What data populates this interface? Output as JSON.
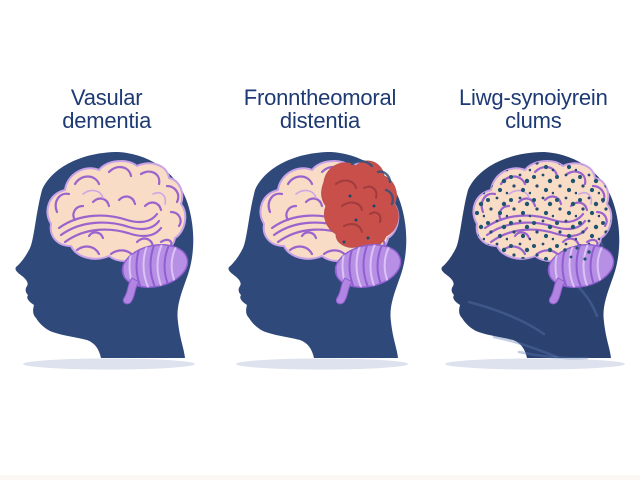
{
  "panels": [
    {
      "id": "vascular-dementia",
      "label_line1": "Vasular",
      "label_line2": "dementia",
      "variant": "plain"
    },
    {
      "id": "frontotemporal-dementia",
      "label_line1": "Fronntheomoral",
      "label_line2": "distentia",
      "variant": "red-region"
    },
    {
      "id": "lewy-body-dementia",
      "label_line1": "Liwg-synoiyrein",
      "label_line2": "clums",
      "variant": "protein-clump-dots"
    }
  ],
  "colors": {
    "background": "#ffffff",
    "label_text": "#1d3a74",
    "head_navy": "#2f497b",
    "head_navy_dark": "#2b4170",
    "head_scribble": "#5e7cb4",
    "brain_peach": "#f8dcc5",
    "brain_outline": "#c9a2e8",
    "gyri_purple": "#9a63cd",
    "cerebellum_fill": "#b78fe5",
    "cerebellum_stripe": "#8f5ed0",
    "cerebellum_stripe_light": "#dcc3f7",
    "brainstem_fill": "#b285e2",
    "red_region": "#c94f4a",
    "red_squiggle": "#a03c3e",
    "red_dot": "#1c4a66",
    "clump_dot": "#1d5570",
    "clump_dot_alt": "#27496f",
    "shadow": "#dde2ee",
    "bottom_band": "#fbf7f2"
  }
}
